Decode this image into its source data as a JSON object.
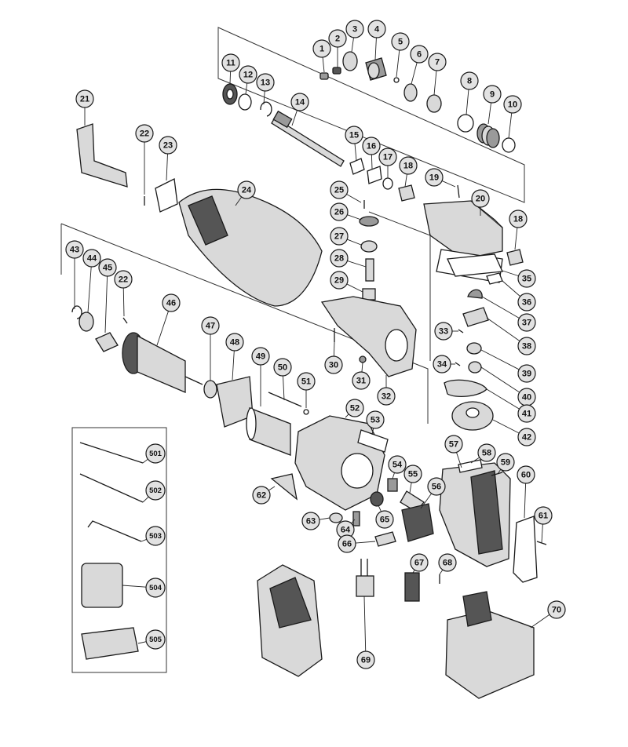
{
  "figure": {
    "parts": [
      "1",
      "2",
      "3",
      "4",
      "5",
      "6",
      "7",
      "8",
      "9",
      "10",
      "11",
      "12",
      "13",
      "14",
      "15",
      "16",
      "17",
      "18",
      "19",
      "20",
      "21",
      "22",
      "23",
      "24",
      "25",
      "26",
      "27",
      "28",
      "29",
      "30",
      "31",
      "32",
      "33",
      "34",
      "35",
      "36",
      "37",
      "38",
      "39",
      "40",
      "41",
      "42",
      "43",
      "44",
      "45",
      "46",
      "47",
      "48",
      "49",
      "50",
      "51",
      "52",
      "53",
      "54",
      "55",
      "56",
      "57",
      "58",
      "59",
      "60",
      "61",
      "62",
      "63",
      "64",
      "65",
      "66",
      "67",
      "68",
      "69",
      "70"
    ],
    "accessories": [
      "501",
      "502",
      "503",
      "504",
      "505"
    ],
    "colors": {
      "line": "#1a1a1a",
      "balloon_fill": "#e2e2e2",
      "part_fill": "#d9d9d9",
      "part_dark": "#555555"
    }
  }
}
